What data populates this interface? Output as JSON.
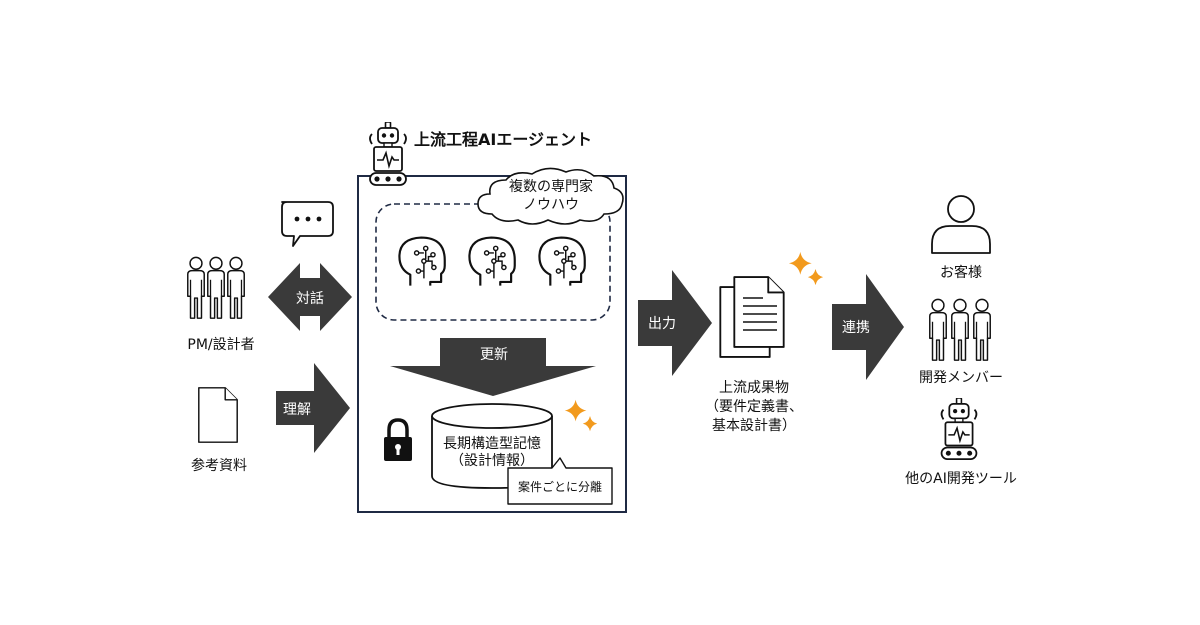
{
  "agent": {
    "title": "上流工程AIエージェント",
    "expert_cloud": [
      "複数の専門家",
      "ノウハウ"
    ],
    "update_label": "更新",
    "memory": {
      "lines": [
        "長期構造型記憶",
        "（設計情報）"
      ],
      "callout": "案件ごとに分離"
    }
  },
  "left": {
    "pm_label": "PM/設計者",
    "dialog_label": "対話",
    "understand_label": "理解",
    "docs_label": "参考資料"
  },
  "output": {
    "arrow_label": "出力",
    "deliverable_lines": [
      "上流成果物",
      "（要件定義書、",
      "基本設計書）"
    ]
  },
  "link": {
    "arrow_label": "連携",
    "targets": [
      "お客様",
      "開発メンバー",
      "他のAI開発ツール"
    ]
  },
  "colors": {
    "dark_arrow": "#3a3a3a",
    "frame": "#1f2a44",
    "sparkle": "#f29a1d"
  }
}
